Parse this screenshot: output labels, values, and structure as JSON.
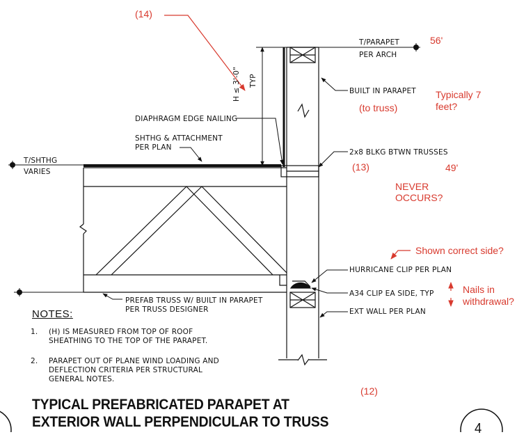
{
  "labels": {
    "t_parapet": "T/PARAPET",
    "per_arch": "PER ARCH",
    "built_in_parapet": "BUILT IN PARAPET",
    "diaphragm_edge_nailing": "DIAPHRAGM EDGE NAILING",
    "shthg_attachment_1": "SHTHG & ATTACHMENT",
    "shthg_attachment_2": "PER PLAN",
    "t_shthg": "T/SHTHG",
    "varies": "VARIES",
    "blkg": "2x8 BLKG BTWN TRUSSES",
    "hurricane_clip": "HURRICANE CLIP PER PLAN",
    "a34_clip": "A34 CLIP EA SIDE, TYP",
    "ext_wall": "EXT WALL PER PLAN",
    "prefab_truss_1": "PREFAB TRUSS W/ BUILT IN PARAPET",
    "prefab_truss_2": "PER TRUSS DESIGNER",
    "dim_h": "H ≤ 3'-0\"",
    "dim_typ": "TYP"
  },
  "redlines": {
    "ref_14": "(14)",
    "ft_56": "56'",
    "typically_1": "Typically 7",
    "typically_2": "feet?",
    "to_truss": "(to truss)",
    "ref_13": "(13)",
    "ft_49": "49'",
    "never_1": "NEVER",
    "never_2": "OCCURS?",
    "shown_correct": "Shown correct side?",
    "nails_1": "Nails in",
    "nails_2": "withdrawal?",
    "ref_12": "(12)",
    "color": "#d83a2e"
  },
  "notes": {
    "title": "NOTES:",
    "n1_num": "1.",
    "n1_line1": "(H) IS MEASURED FROM TOP OF ROOF",
    "n1_line2": "SHEATHING TO THE TOP OF THE PARAPET.",
    "n2_num": "2.",
    "n2_line1": "PARAPET OUT OF PLANE WIND LOADING AND",
    "n2_line2": "DEFLECTION CRITERIA PER STRUCTURAL",
    "n2_line3": "GENERAL NOTES."
  },
  "title": {
    "line1": "TYPICAL PREFABRICATED PARAPET AT",
    "line2": "EXTERIOR WALL PERPENDICULAR TO TRUSS",
    "detail_number": "4"
  }
}
